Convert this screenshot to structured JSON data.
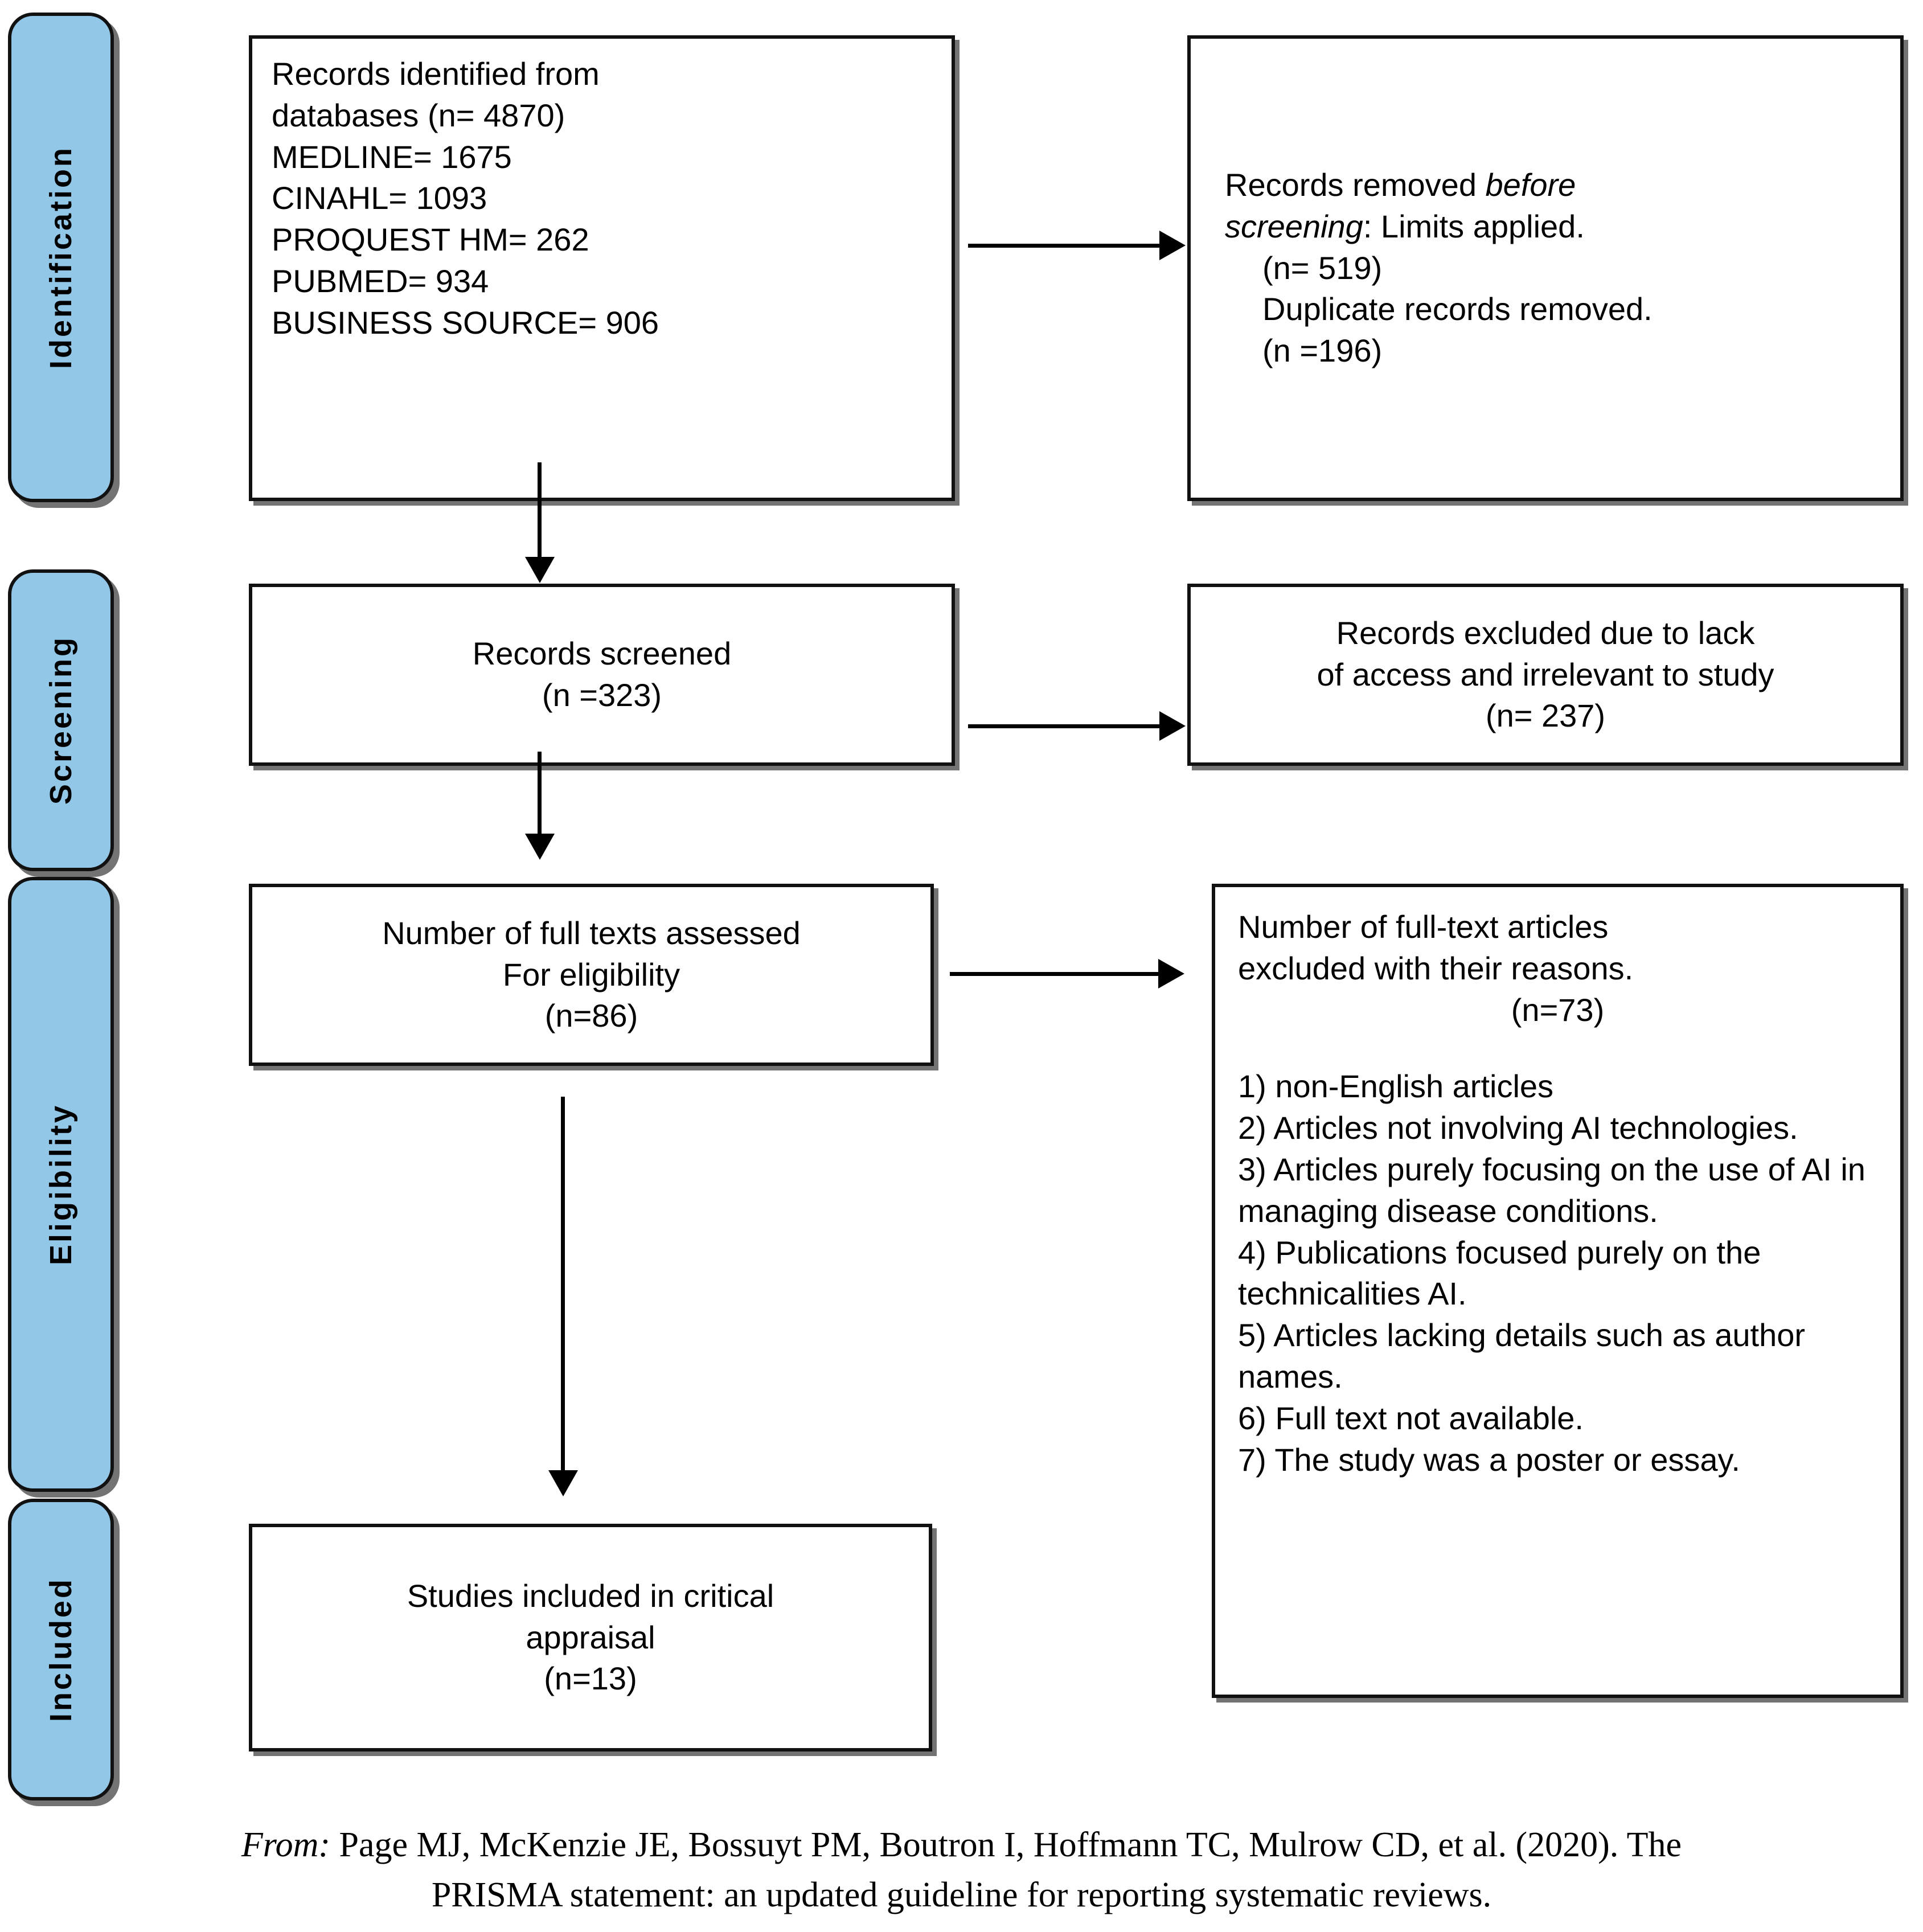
{
  "diagram": {
    "title": "PRISMA 2020 flow diagram",
    "accent_color": "#92C7E8",
    "border_color": "#111111",
    "stages": [
      {
        "id": "identification",
        "label": "Identification"
      },
      {
        "id": "screening",
        "label": "Screening"
      },
      {
        "id": "eligibility",
        "label": "Eligibility"
      },
      {
        "id": "included",
        "label": "Included"
      }
    ],
    "boxes": {
      "records_identified": {
        "lines": [
          "Records identified from",
          "databases (n= 4870)",
          "MEDLINE= 1675",
          "CINAHL= 1093",
          "PROQUEST HM= 262",
          "PUBMED= 934",
          "BUSINESS SOURCE= 906"
        ]
      },
      "records_removed": {
        "line1_plain": "Records removed ",
        "line1_italic": "before",
        "line2_italic": "screening",
        "line2_plain": ": Limits applied.",
        "line3": "(n= 519)",
        "line4": "Duplicate records removed.",
        "line5": "(n =196)"
      },
      "records_screened": {
        "lines": [
          "Records screened",
          "(n =323)"
        ]
      },
      "records_excluded": {
        "lines": [
          "Records excluded due to lack",
          "of access and irrelevant to study",
          "(n= 237)"
        ]
      },
      "full_texts_assessed": {
        "lines": [
          "Number of full texts assessed",
          "For eligibility",
          "(n=86)"
        ]
      },
      "full_texts_excluded": {
        "heading": [
          "Number of full-text articles",
          "excluded with their reasons.",
          "(n=73)"
        ],
        "reasons": [
          "1) non-English articles",
          "2) Articles not involving AI technologies.",
          "3) Articles purely focusing on the use of AI in managing disease conditions.",
          "4) Publications focused purely on the technicalities AI.",
          "5) Articles lacking details such as author names.",
          "6) Full text not available.",
          "7) The study was a poster or essay."
        ]
      },
      "studies_included": {
        "lines": [
          "Studies included in critical",
          "appraisal",
          "(n=13)"
        ]
      }
    },
    "caption": {
      "prefix_italic": "From:",
      "line1": " Page MJ, McKenzie JE, Bossuyt PM, Boutron I, Hoffmann TC, Mulrow CD, et al. (2020). The",
      "line2": "PRISMA statement: an updated guideline for reporting systematic reviews."
    },
    "chart_data": {
      "type": "flow",
      "nodes": [
        {
          "id": "records_identified",
          "stage": "Identification",
          "n": 4870,
          "breakdown": {
            "MEDLINE": 1675,
            "CINAHL": 1093,
            "PROQUEST HM": 262,
            "PUBMED": 934,
            "BUSINESS SOURCE": 906
          }
        },
        {
          "id": "records_removed",
          "stage": "Identification",
          "limits_applied_n": 519,
          "duplicates_removed_n": 196
        },
        {
          "id": "records_screened",
          "stage": "Screening",
          "n": 323
        },
        {
          "id": "records_excluded",
          "stage": "Screening",
          "n": 237
        },
        {
          "id": "full_texts_assessed",
          "stage": "Eligibility",
          "n": 86
        },
        {
          "id": "full_texts_excluded",
          "stage": "Eligibility",
          "n": 73
        },
        {
          "id": "studies_included",
          "stage": "Included",
          "n": 13
        }
      ],
      "edges": [
        {
          "from": "records_identified",
          "to": "records_removed",
          "direction": "right"
        },
        {
          "from": "records_identified",
          "to": "records_screened",
          "direction": "down"
        },
        {
          "from": "records_screened",
          "to": "records_excluded",
          "direction": "right"
        },
        {
          "from": "records_screened",
          "to": "full_texts_assessed",
          "direction": "down"
        },
        {
          "from": "full_texts_assessed",
          "to": "full_texts_excluded",
          "direction": "right"
        },
        {
          "from": "full_texts_assessed",
          "to": "studies_included",
          "direction": "down"
        }
      ]
    }
  }
}
